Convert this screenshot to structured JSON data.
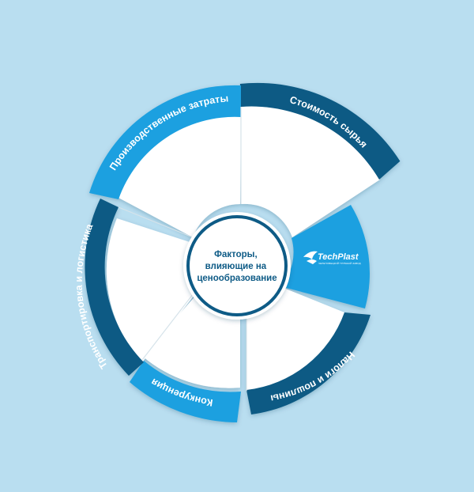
{
  "diagram": {
    "center": {
      "lines": [
        "Факторы,",
        "влияющие на",
        "ценообразование"
      ]
    },
    "segments": [
      {
        "id": "raw-materials",
        "label": "Стоимость сырья",
        "color": "#0b5a84"
      },
      {
        "id": "taxes",
        "label": "Налоги и пошлины",
        "color": "#0b5a84"
      },
      {
        "id": "competition",
        "label": "Конкуренция",
        "color": "#1aa0e0"
      },
      {
        "id": "transport",
        "label": "Транспортировка и логистика",
        "color": "#0b5a84"
      },
      {
        "id": "production",
        "label": "Производственные затраты",
        "color": "#1aa0e0"
      }
    ],
    "logo": {
      "name": "TechPlast",
      "tagline": "ЧЕРЕПОВЕЦКИЙ ТРУБНЫЙ ЗАВОД",
      "icon": "bird-logo-icon"
    },
    "colors": {
      "background": "#b9def0",
      "dark_blue": "#0b5a84",
      "light_blue": "#1aa0e0",
      "panel": "#ffffff",
      "center_ring": "#0e5b86"
    }
  }
}
